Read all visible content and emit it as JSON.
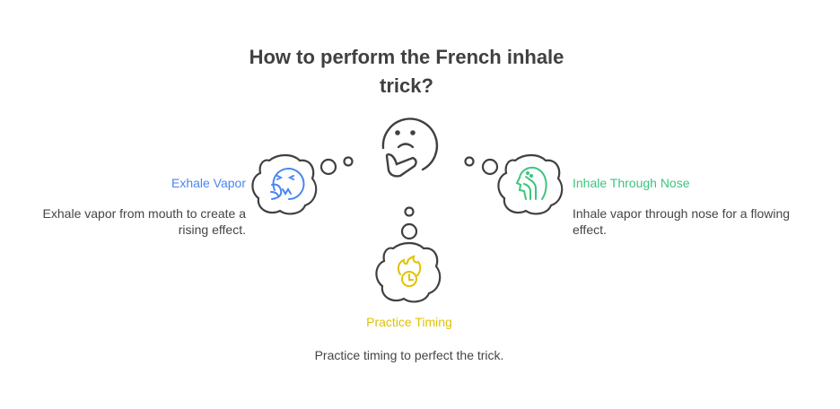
{
  "title": "How to perform the French inhale trick?",
  "colors": {
    "exhale": "#4a86ef",
    "inhale": "#3ec47e",
    "timing": "#e0c200",
    "outline": "#404040"
  },
  "steps": {
    "exhale": {
      "label": "Exhale Vapor",
      "description": "Exhale vapor from mouth to create a rising effect.",
      "icon": "sneezing-face-icon"
    },
    "inhale": {
      "label": "Inhale Through Nose",
      "description": "Inhale vapor through nose for a flowing effect.",
      "icon": "head-nose-icon"
    },
    "timing": {
      "label": "Practice Timing",
      "description": "Practice timing to perfect the trick.",
      "icon": "fire-clock-icon"
    }
  }
}
